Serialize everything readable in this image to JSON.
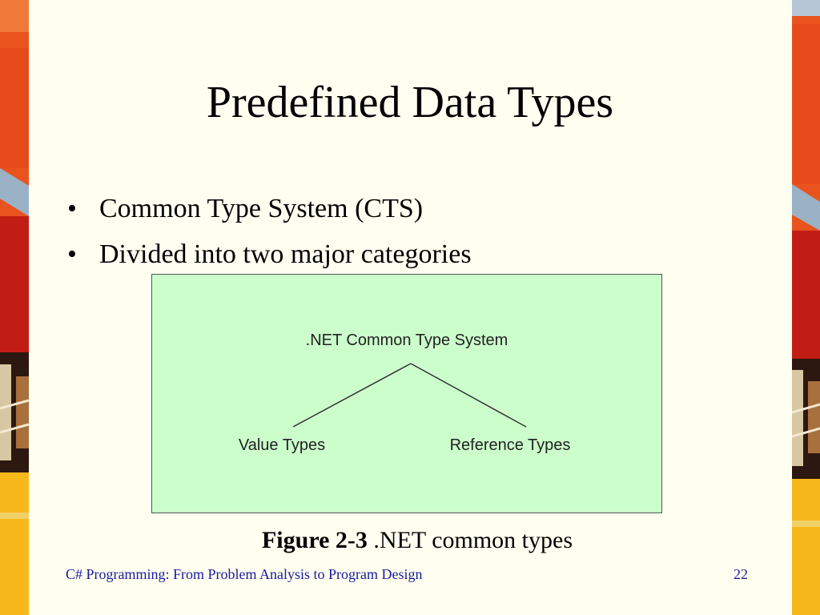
{
  "slide": {
    "title": "Predefined Data Types",
    "bullets": [
      "Common Type System (CTS)",
      "Divided into two major categories"
    ]
  },
  "figure": {
    "root": ".NET Common Type System",
    "children": [
      "Value Types",
      "Reference Types"
    ],
    "background": "#ccfecc"
  },
  "caption": {
    "label": "Figure 2-3",
    "text": ".NET common types"
  },
  "footer": {
    "text": "C# Programming: From Problem Analysis to Program Design",
    "page_number": "22"
  },
  "colors": {
    "footer_text": "#1a1a9c",
    "slide_background": "#fffff1",
    "side_orange": "#e8531e",
    "side_red": "#c21d14",
    "side_yellow": "#f7b81c"
  }
}
